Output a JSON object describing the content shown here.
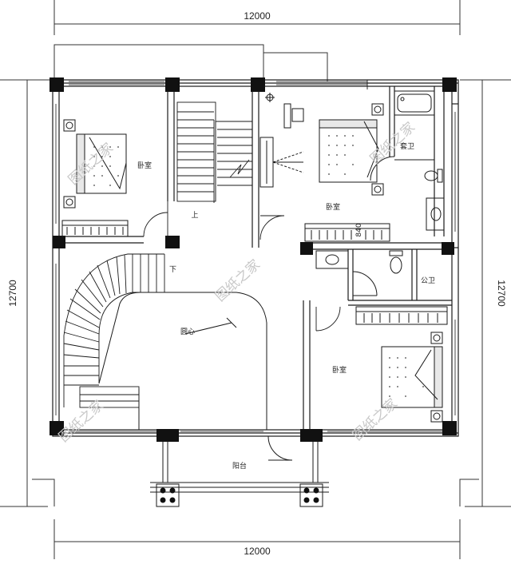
{
  "dimensions": {
    "top": "12000",
    "bottom": "12000",
    "left": "12700",
    "right": "12700"
  },
  "rooms": {
    "bedroom_nw": "卧室",
    "bedroom_ne": "卧室",
    "bedroom_se": "卧室",
    "ensuite_bath": "套卫",
    "public_bath": "公卫",
    "balcony": "阳台",
    "void": "圆心",
    "stair_up": "上",
    "stair_down": "下",
    "closet_dim": "840"
  },
  "watermark": "图纸之家",
  "colors": {
    "line": "#1a1a1a",
    "column": "#111111",
    "watermark": "#c8c8c8"
  }
}
